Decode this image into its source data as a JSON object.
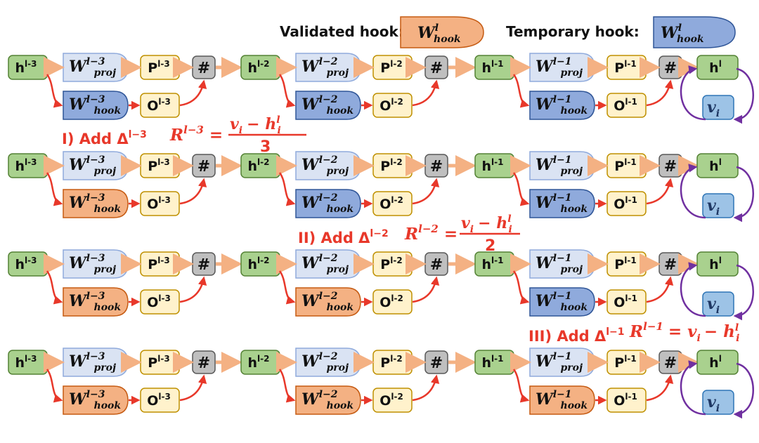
{
  "legend": {
    "validated_label": "Validated hook:",
    "temporary_label": "Temporary hook:",
    "weight_symbol": "W",
    "weight_sup": "l",
    "weight_sub": "hook"
  },
  "layers": [
    {
      "h": "h",
      "h_sup": "l-3",
      "proj_sup": "l−3",
      "proj_sub": "proj",
      "hook_sup": "l−3",
      "hook_sub": "hook",
      "p": "P",
      "p_sup": "l-3",
      "o": "O",
      "o_sup": "l-3",
      "concat": "#"
    },
    {
      "h": "h",
      "h_sup": "l-2",
      "proj_sup": "l−2",
      "proj_sub": "proj",
      "hook_sup": "l−2",
      "hook_sub": "hook",
      "p": "P",
      "p_sup": "l-2",
      "o": "O",
      "o_sup": "l-2",
      "concat": "#"
    },
    {
      "h": "h",
      "h_sup": "l-1",
      "proj_sup": "l−1",
      "proj_sub": "proj",
      "hook_sup": "l−1",
      "hook_sub": "hook",
      "p": "P",
      "p_sup": "l-1",
      "o": "O",
      "o_sup": "l-1",
      "concat": "#"
    }
  ],
  "output": {
    "h": "h",
    "h_sup": "l",
    "v": "v",
    "v_sub": "i"
  },
  "rows": [
    {
      "hook_states": [
        "temporary",
        "temporary",
        "temporary"
      ]
    },
    {
      "hook_states": [
        "validated",
        "temporary",
        "temporary"
      ]
    },
    {
      "hook_states": [
        "validated",
        "validated",
        "temporary"
      ]
    },
    {
      "hook_states": [
        "validated",
        "validated",
        "validated"
      ]
    }
  ],
  "annotations": [
    {
      "step": "I) Add Δ",
      "step_sup": "l−3",
      "r_label": "R",
      "r_sup": "l−3",
      "eq": "=",
      "numerator": "v",
      "numerator_sub": "i",
      "minus": "− h",
      "h_sup": "l",
      "h_sub": "i",
      "denominator": "3"
    },
    {
      "step": "II) Add Δ",
      "step_sup": "l−2",
      "r_label": "R",
      "r_sup": "l−2",
      "eq": "=",
      "numerator": "v",
      "numerator_sub": "i",
      "minus": "− h",
      "h_sup": "l",
      "h_sub": "i",
      "denominator": "2"
    },
    {
      "step": "III) Add Δ",
      "step_sup": "l−1",
      "r_label": "R",
      "r_sup": "l−1",
      "eq": "= v",
      "numerator_sub": "i",
      "minus": "− h",
      "h_sup": "l",
      "h_sub": "i"
    }
  ],
  "colors": {
    "h_fill": "#a9d18e",
    "h_stroke": "#548235",
    "proj_fill": "#dae3f3",
    "proj_stroke": "#8faadc",
    "temp_fill": "#8faadc",
    "temp_stroke": "#2f5597",
    "valid_fill": "#f4b183",
    "valid_stroke": "#c55a11",
    "po_fill": "#fff2cc",
    "po_stroke": "#bf9000",
    "concat_fill": "#bfbfbf",
    "concat_stroke": "#595959",
    "v_fill": "#9dc3e6",
    "v_stroke": "#2e75b6",
    "flow_arrow": "#f4b183",
    "hook_arrow": "#e8382a",
    "loop_arrow": "#7030a0"
  }
}
